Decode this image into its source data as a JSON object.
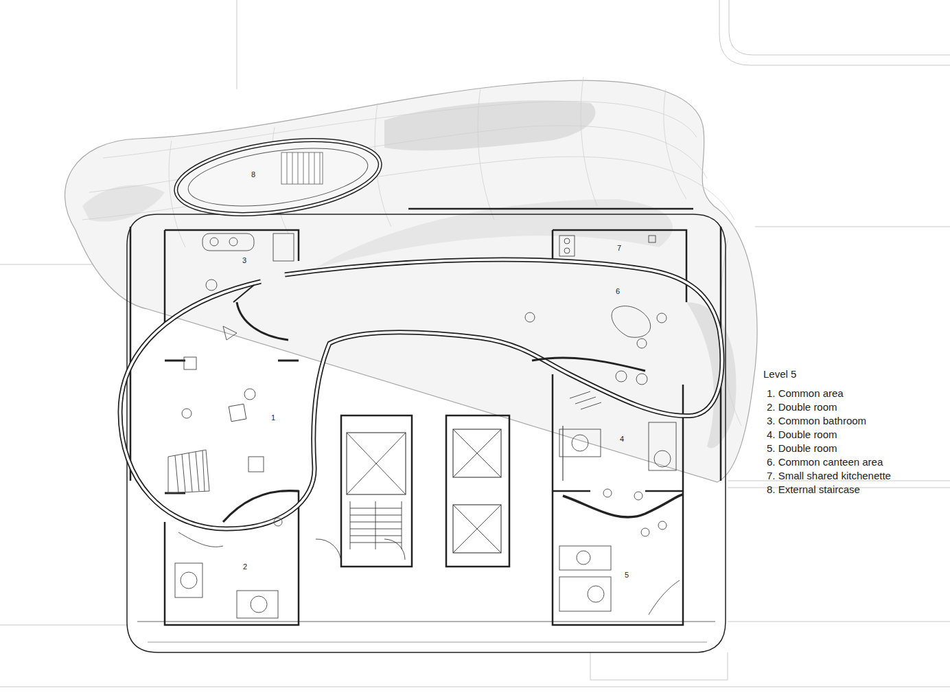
{
  "diagram": {
    "title": "Level 5",
    "labels": [
      "8",
      "3",
      "7",
      "6",
      "1",
      "4",
      "2",
      "5"
    ],
    "legend": [
      {
        "text": "1. Common area"
      },
      {
        "text": "2. Double room"
      },
      {
        "text": "3. Common bathroom"
      },
      {
        "text": "4. Double room"
      },
      {
        "text": "5. Double room"
      },
      {
        "text": "6. Common canteen area"
      },
      {
        "text": "7. Small shared kitchenette"
      },
      {
        "text": "8. External staircase"
      }
    ]
  }
}
